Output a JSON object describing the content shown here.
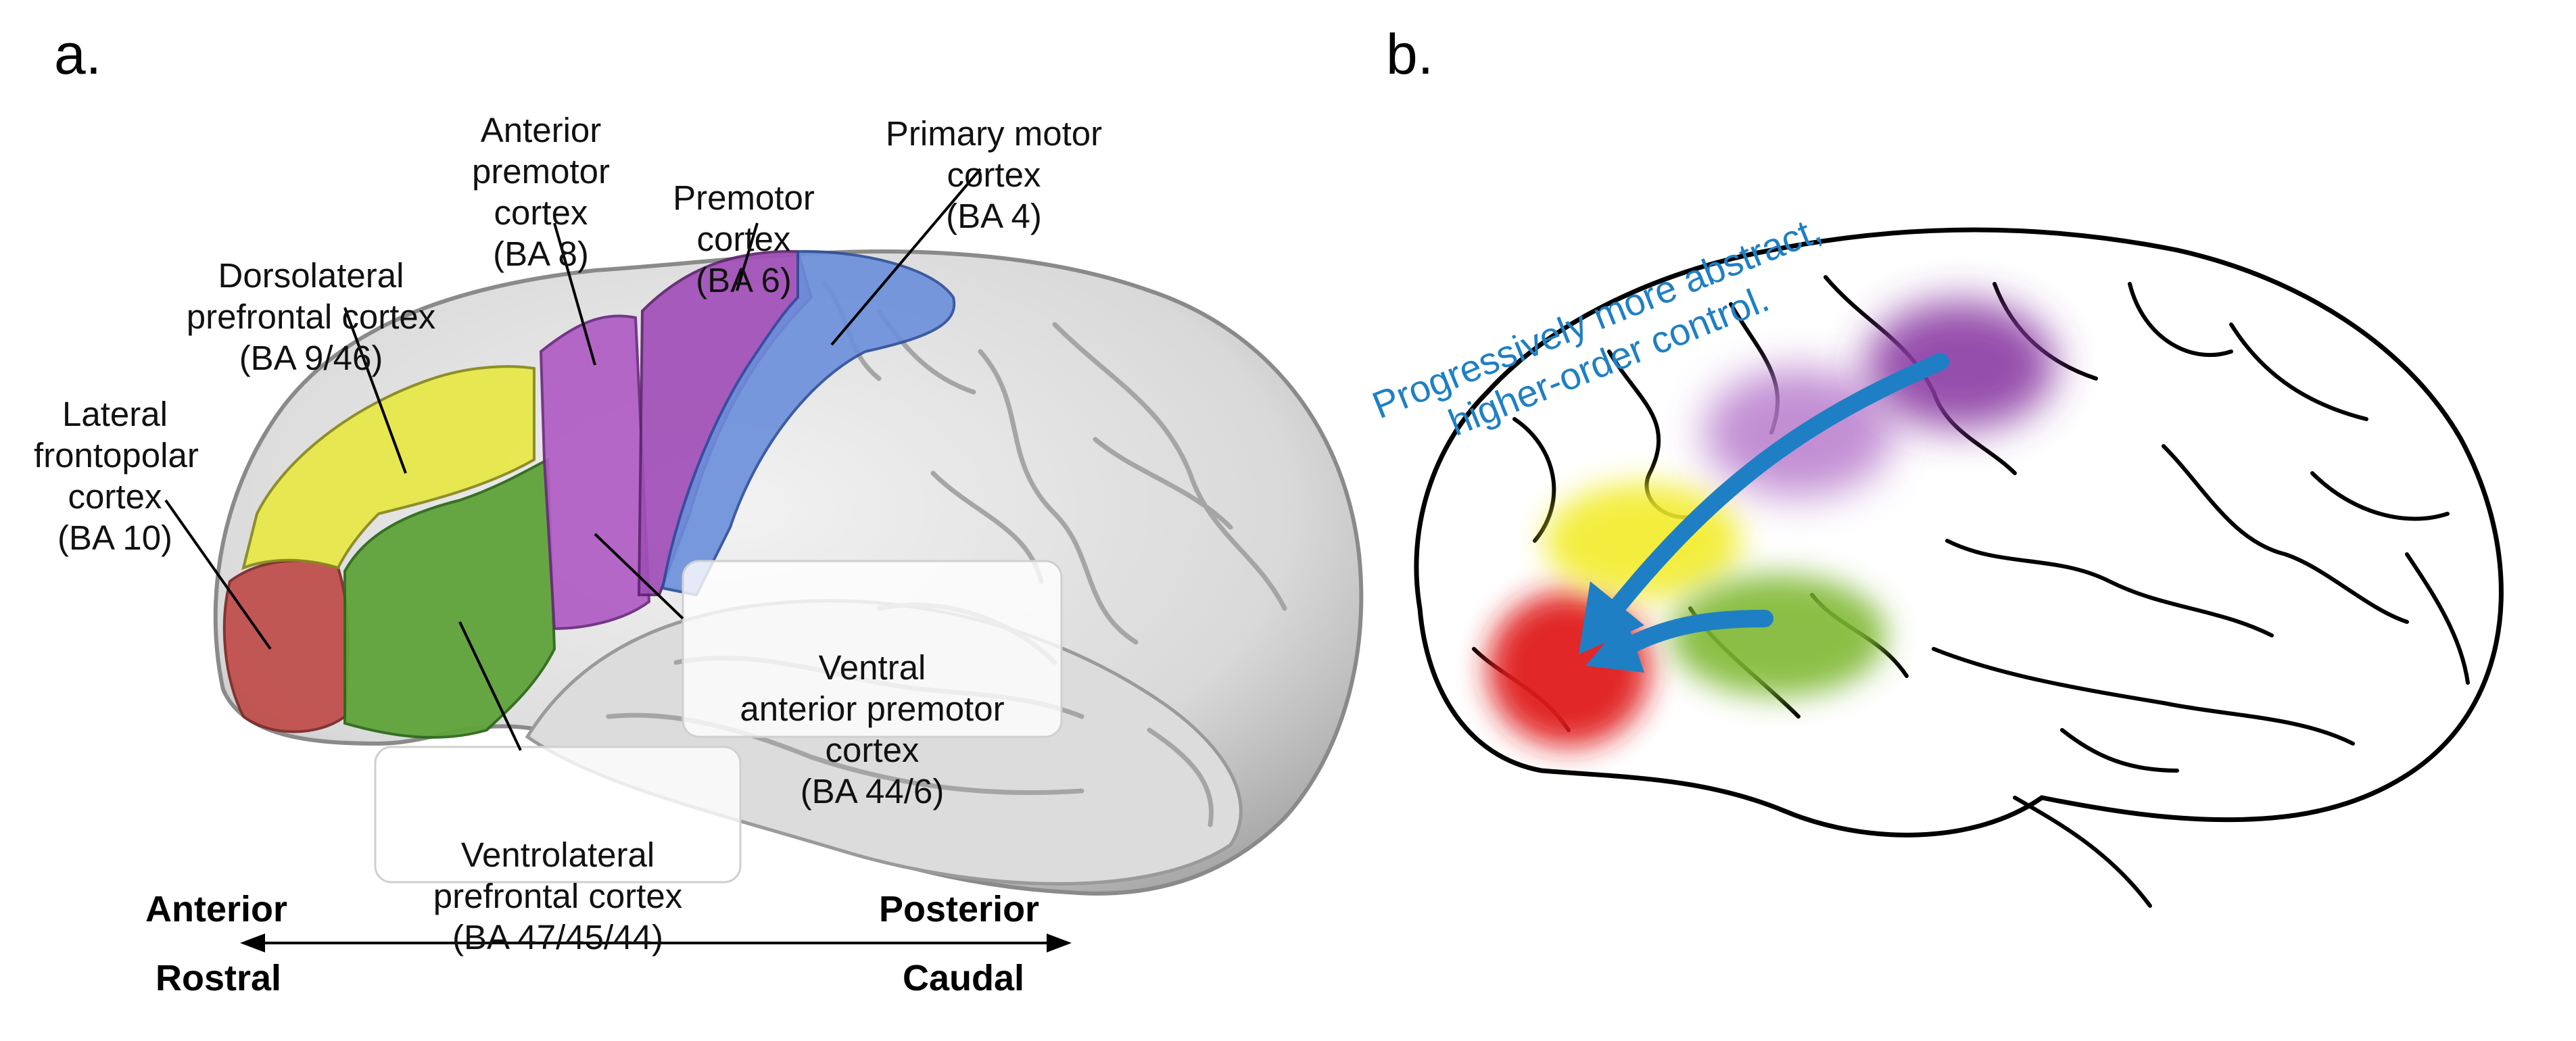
{
  "panels": {
    "a": "a.",
    "b": "b."
  },
  "regions": [
    {
      "id": "lateral-frontopolar",
      "lines": [
        "Lateral",
        "frontopolar",
        "cortex",
        "(BA 10)"
      ],
      "color": "#c0504d"
    },
    {
      "id": "dorsolateral-prefrontal",
      "lines": [
        "Dorsolateral",
        "prefrontal cortex",
        "(BA 9/46)"
      ],
      "color": "#e8e84a"
    },
    {
      "id": "anterior-premotor",
      "lines": [
        "Anterior",
        "premotor",
        "cortex",
        "(BA 8)"
      ],
      "color": "#b05cc4"
    },
    {
      "id": "premotor",
      "lines": [
        "Premotor",
        "cortex",
        "(BA 6)"
      ],
      "color": "#a14fb8"
    },
    {
      "id": "primary-motor",
      "lines": [
        "Primary motor",
        "cortex",
        "(BA 4)"
      ],
      "color": "#6b8fdc"
    },
    {
      "id": "ventral-anterior-premotor",
      "lines": [
        "Ventral",
        "anterior premotor",
        "cortex",
        "(BA 44/6)"
      ],
      "color": "#b05cc4"
    },
    {
      "id": "ventrolateral-prefrontal",
      "lines": [
        "Ventrolateral",
        "prefrontal cortex",
        "(BA 47/45/44)"
      ],
      "color": "#5fa33a"
    }
  ],
  "axis": {
    "left_top": "Anterior",
    "left_bottom": "Rostral",
    "right_top": "Posterior",
    "right_bottom": "Caudal"
  },
  "panel_b": {
    "arrow_caption_line1": "Progressively more abstract,",
    "arrow_caption_line2": "higher-order control.",
    "arrow_color": "#1f7fc4"
  }
}
